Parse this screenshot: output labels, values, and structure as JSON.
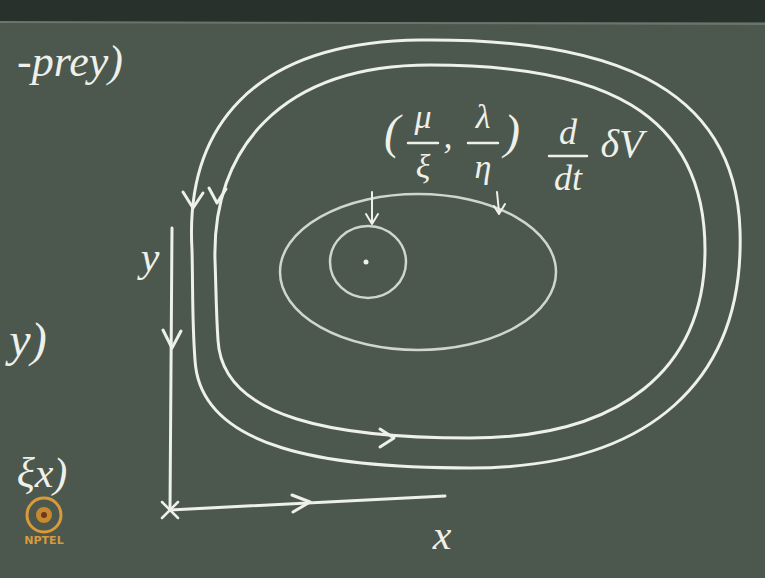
{
  "diagram": {
    "labels": [
      "-prey)",
      "y)",
      "ξx)",
      "(",
      "μ",
      "ξ",
      ",",
      "λ",
      "η",
      ")",
      "d",
      "dt",
      "δV",
      "y",
      "x",
      "NPTEL"
    ]
  }
}
